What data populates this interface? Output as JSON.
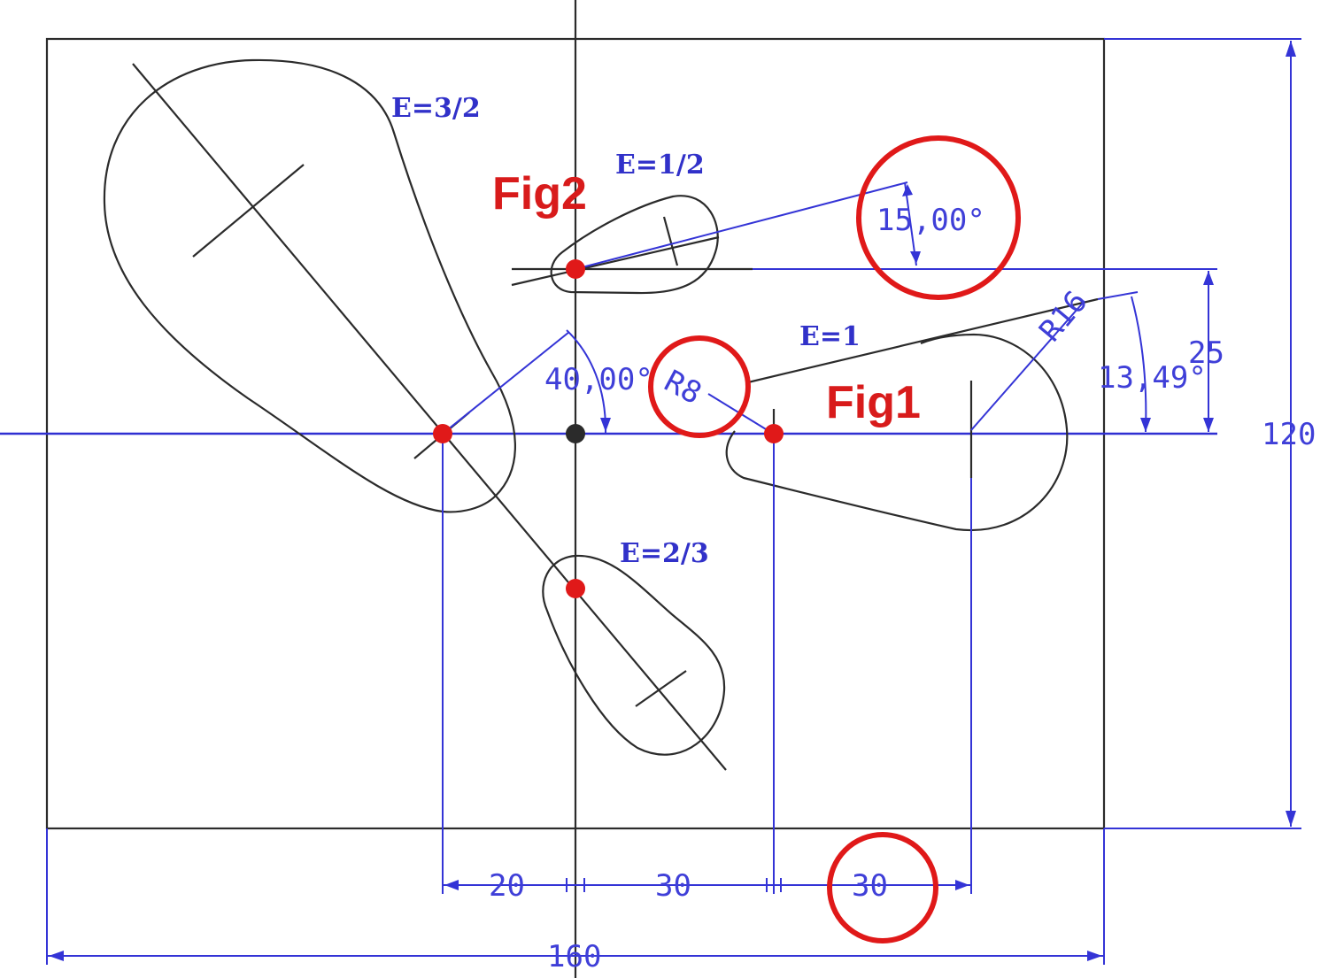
{
  "figures": {
    "fig1": "Fig1",
    "fig2": "Fig2"
  },
  "eccentricity_labels": {
    "e_3_2": "E=3/2",
    "e_1_2": "E=1/2",
    "e_1": "E=1",
    "e_2_3": "E=2/3"
  },
  "dimensions": {
    "angle_40": "40,00°",
    "angle_15": "15,00°",
    "angle_13": "13,49°",
    "radius_8": "R8",
    "radius_16": "R16",
    "vertical_25": "25",
    "vertical_120": "120",
    "horizontal_20": "20",
    "horizontal_30a": "30",
    "horizontal_30b": "30",
    "horizontal_160": "160"
  },
  "colors": {
    "outline": "#2b2b2b",
    "dimension": "#3434d6",
    "highlight": "#e01919"
  }
}
